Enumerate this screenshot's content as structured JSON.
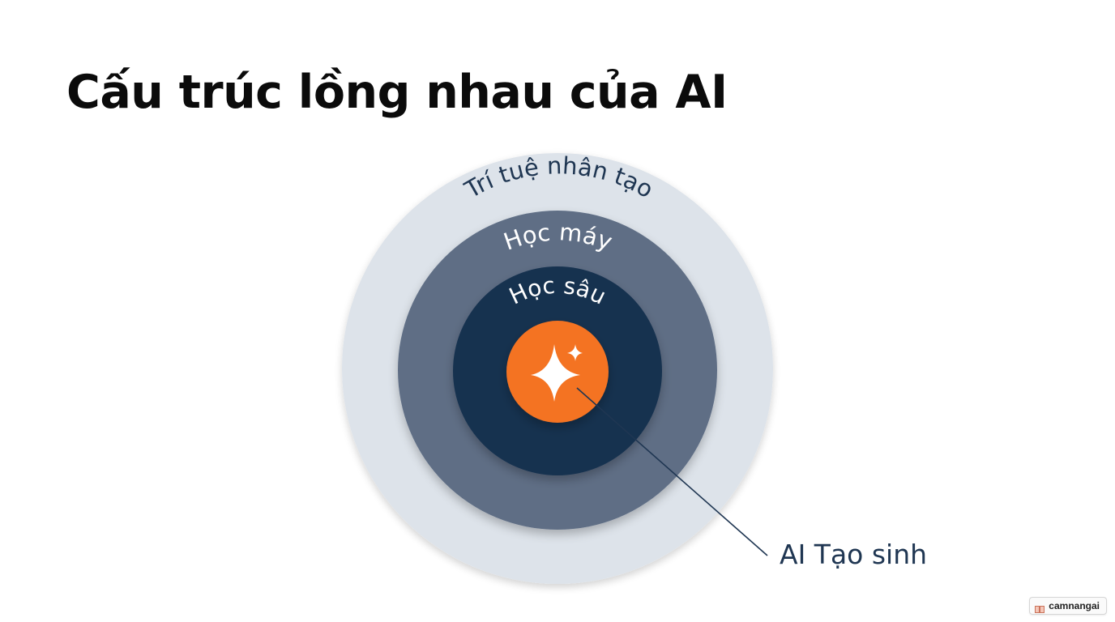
{
  "title": "Cấu trúc lồng nhau của AI",
  "diagram": {
    "rings": [
      {
        "label": "Trí tuệ nhân tạo",
        "fill": "#dde3ea",
        "text_color": "#1f3652"
      },
      {
        "label": "Học máy",
        "fill": "#5e6e85",
        "text_color": "#ffffff"
      },
      {
        "label": "Học sâu",
        "fill": "#15304f",
        "text_color": "#ffffff"
      }
    ],
    "core": {
      "label": "AI Tạo sinh",
      "fill": "#f47321",
      "icon": "sparkle-icon"
    },
    "connector_color": "#1f3652"
  },
  "watermark": {
    "label": "camnangai",
    "icon": "book-icon"
  }
}
